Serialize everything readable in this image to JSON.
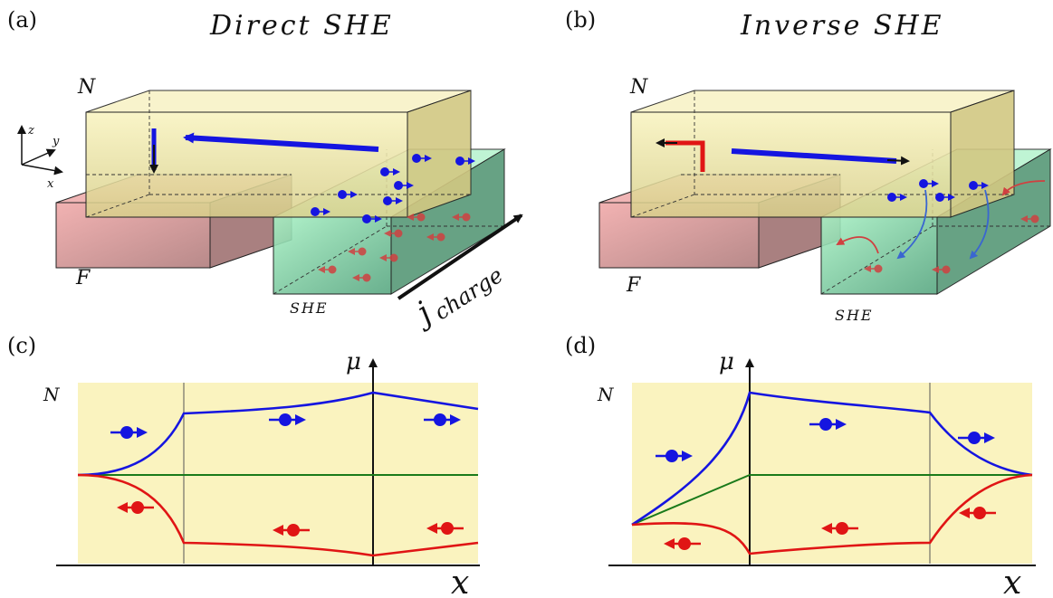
{
  "panels": {
    "a": {
      "label": "(a)",
      "title": "Direct SHE",
      "n_label": "N",
      "f_label": "F",
      "she_label": "SHE",
      "current_label": "j",
      "current_sub": "charge",
      "axes": {
        "z": "z",
        "y": "y",
        "x": "x"
      }
    },
    "b": {
      "label": "(b)",
      "title": "Inverse SHE",
      "n_label": "N",
      "f_label": "F",
      "she_label": "SHE"
    },
    "c": {
      "label": "(c)",
      "n_label": "N",
      "mu_label": "μ",
      "x_label": "x"
    },
    "d": {
      "label": "(d)",
      "n_label": "N",
      "mu_label": "μ",
      "x_label": "x"
    }
  },
  "colors": {
    "spin_up": "#1515e0",
    "spin_down": "#e01515",
    "charge": "#1a7a1a",
    "normal_metal": "#f6f0b6",
    "ferromagnet": "#e79a9a",
    "she_block": "#8fe6b0",
    "plot_bg": "#faf3bf"
  }
}
